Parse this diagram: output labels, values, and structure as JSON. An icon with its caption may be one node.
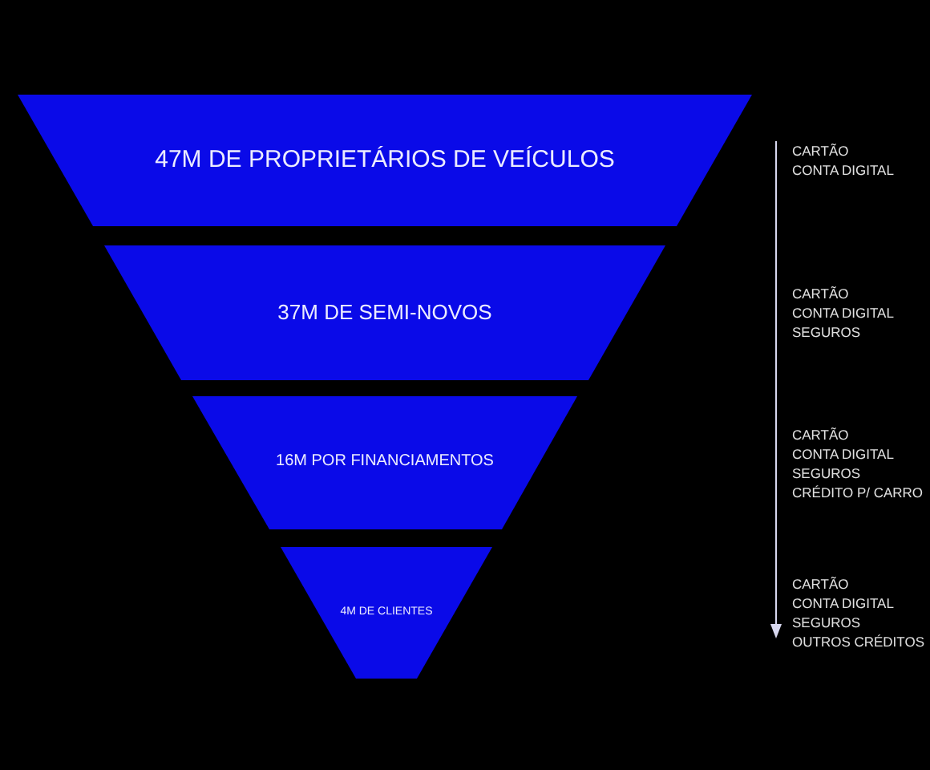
{
  "diagram": {
    "nodes": [
      {
        "text": [
          "47M DE PROPRIETÁRIOS DE VEÍCULOS"
        ],
        "beside": [
          "CARTÃO",
          "CONTA DIGITAL"
        ]
      },
      {
        "text": [
          "37M DE SEMI-NOVOS"
        ],
        "beside": [
          "CARTÃO",
          "CONTA DIGITAL",
          "SEGUROS"
        ]
      },
      {
        "text": [
          "16M POR FINANCIAMENTOS"
        ],
        "beside": [
          "CARTÃO",
          "CONTA DIGITAL",
          "SEGUROS",
          "CRÉDITO P/ CARRO"
        ]
      },
      {
        "text": [
          "4M DE CLIENTES"
        ],
        "beside": [
          "CARTÃO",
          "CONTA DIGITAL",
          "SEGUROS",
          "OUTROS CRÉDITOS"
        ]
      }
    ],
    "edges": []
  }
}
